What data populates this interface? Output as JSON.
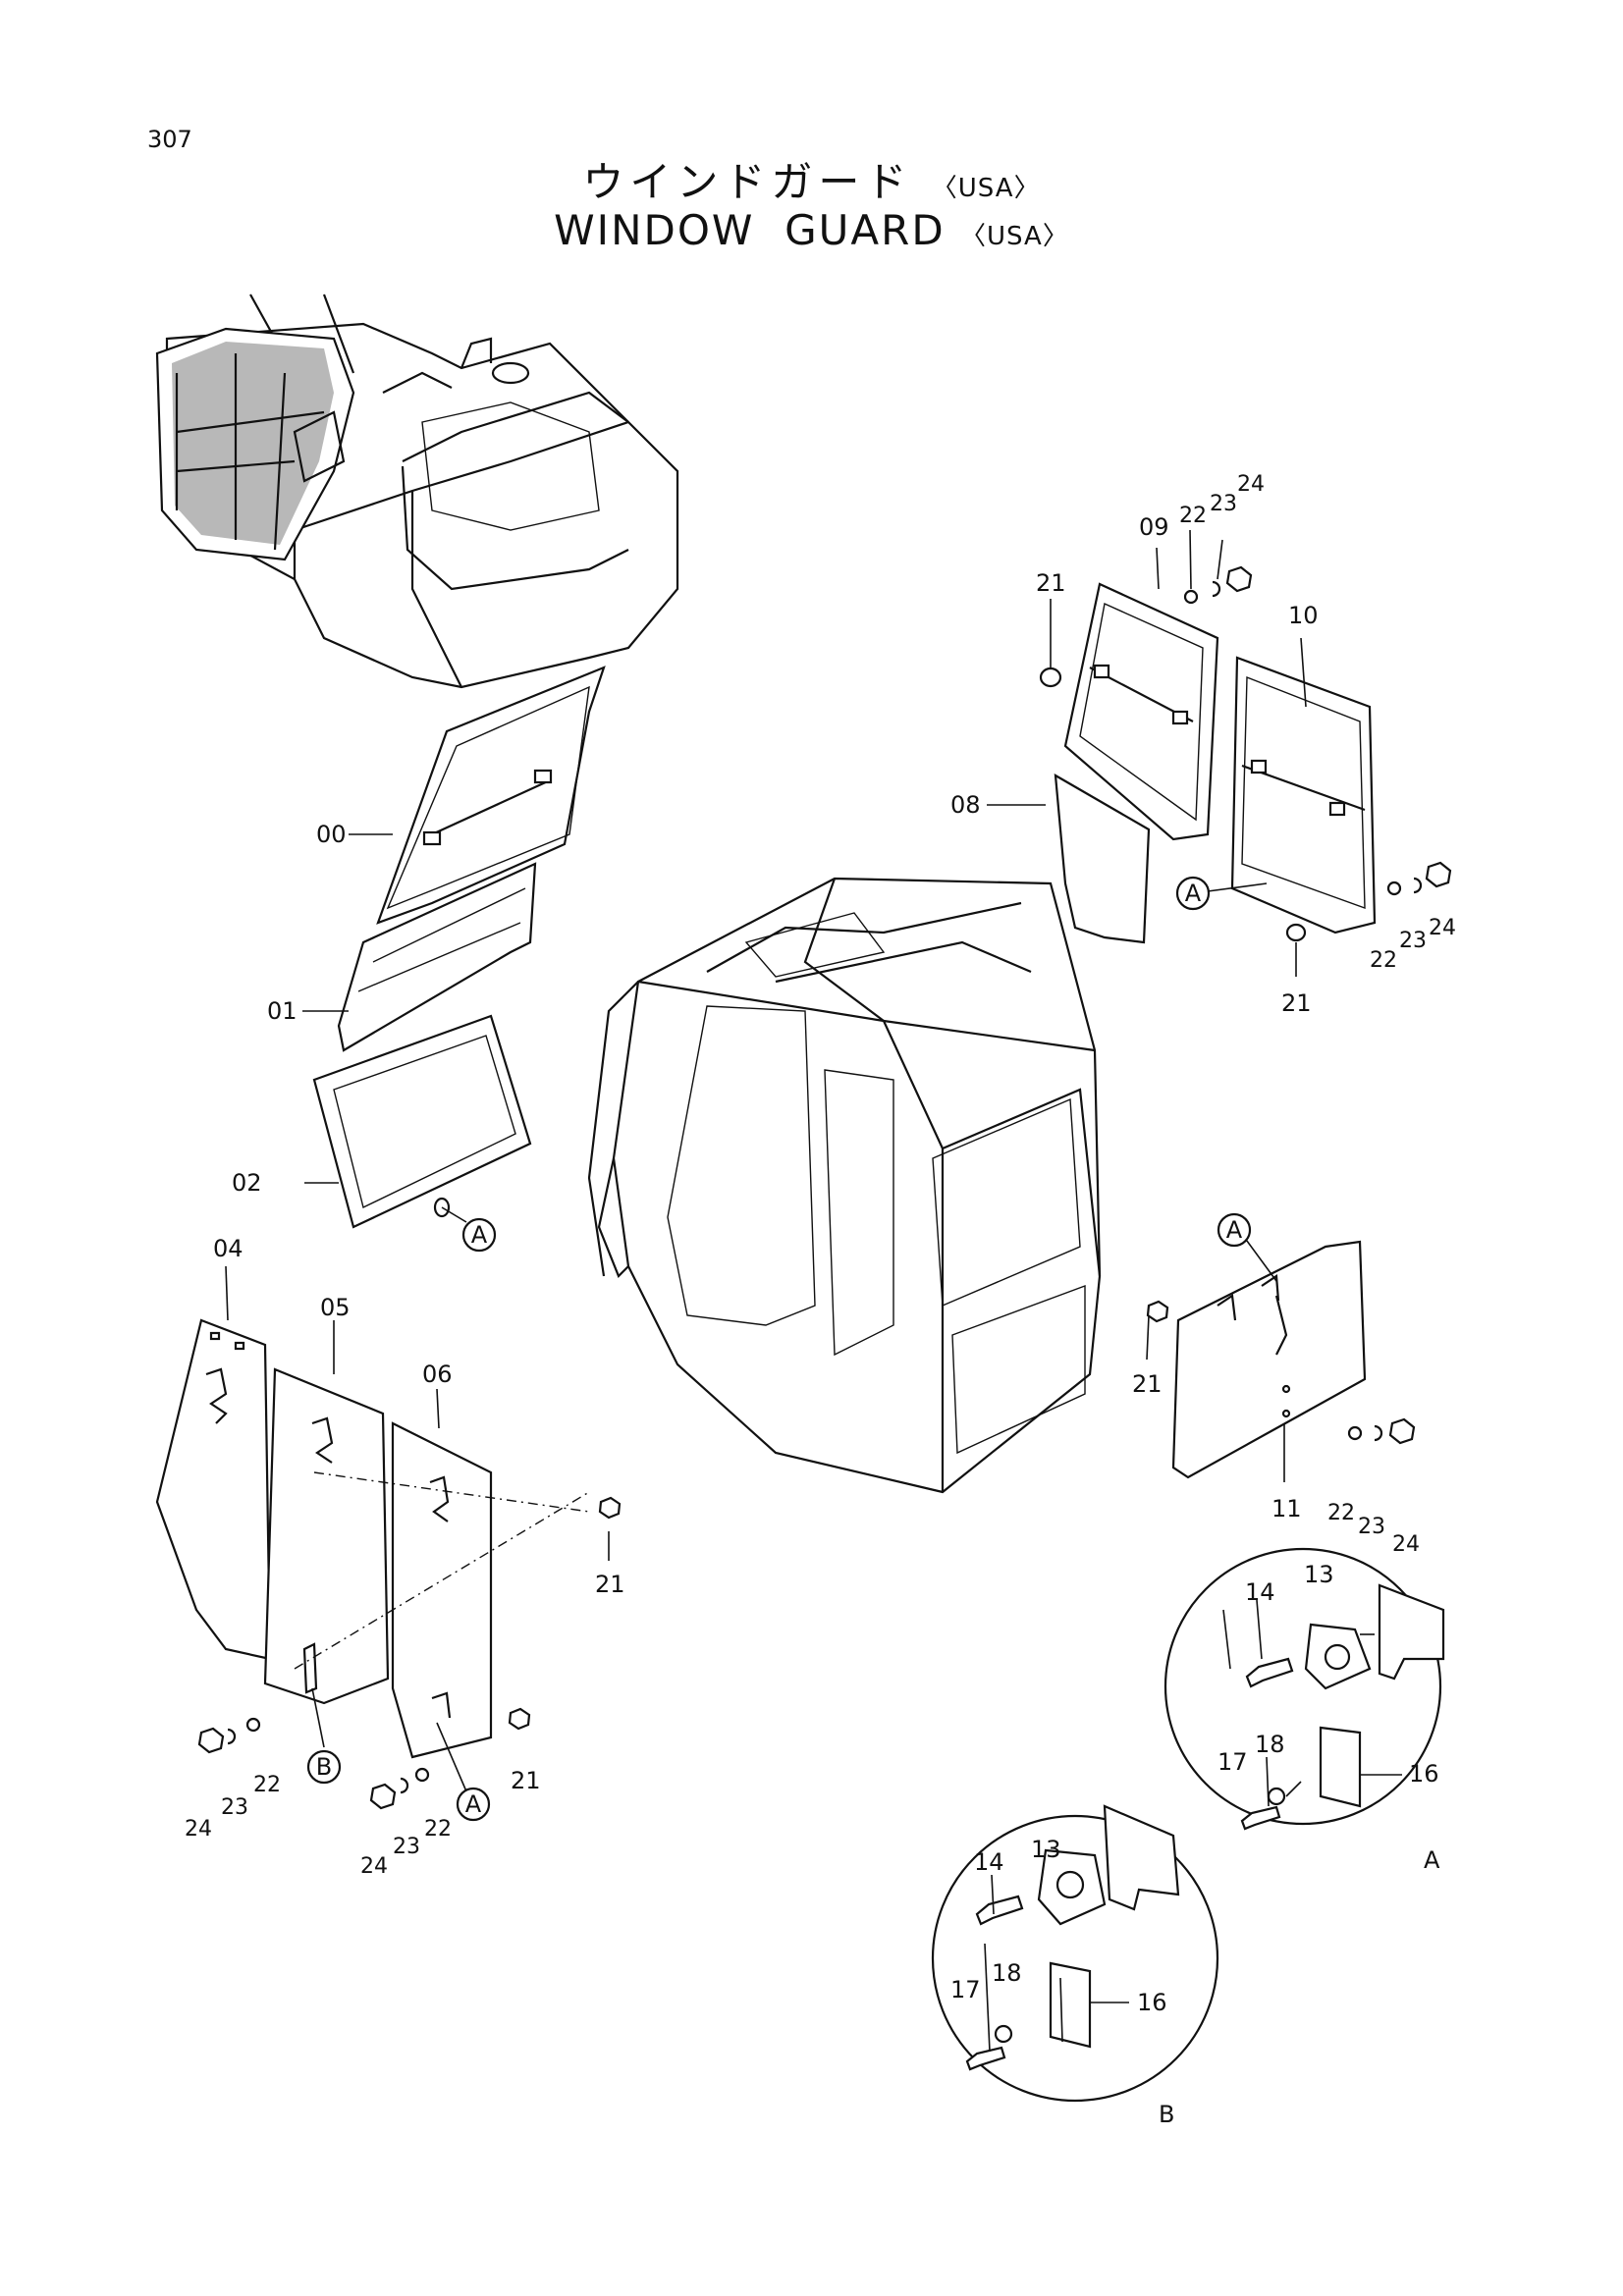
{
  "page": {
    "number": "307",
    "title_jp": "ウインドガード",
    "title_en": "WINDOW  GUARD",
    "qualifier": "〈USA〉"
  },
  "parts": {
    "p00": "00",
    "p01": "01",
    "p02": "02",
    "p04": "04",
    "p05": "05",
    "p06": "06",
    "p08": "08",
    "p09": "09",
    "p10": "10",
    "p11": "11",
    "p13": "13",
    "p14": "14",
    "p16": "16",
    "p17": "17",
    "p18": "18",
    "p21": "21",
    "p22": "22",
    "p23": "23",
    "p24": "24"
  },
  "refs": {
    "A": "A",
    "B": "B"
  }
}
